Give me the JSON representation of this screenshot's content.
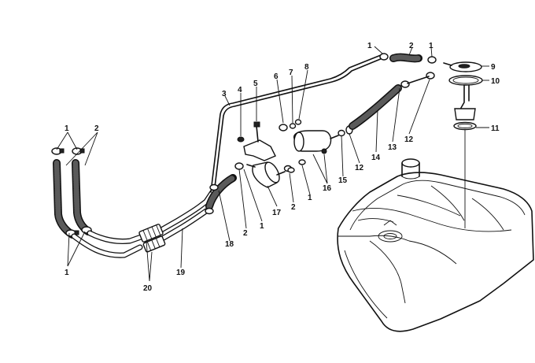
{
  "labels": [
    {
      "id": "l1a",
      "text": "1"
    },
    {
      "id": "l2a",
      "text": "2"
    },
    {
      "id": "l1b",
      "text": "1"
    },
    {
      "id": "l20",
      "text": "20"
    },
    {
      "id": "l19",
      "text": "19"
    },
    {
      "id": "l18",
      "text": "18"
    },
    {
      "id": "l2b",
      "text": "2"
    },
    {
      "id": "l1c",
      "text": "1"
    },
    {
      "id": "l17",
      "text": "17"
    },
    {
      "id": "l2c",
      "text": "2"
    },
    {
      "id": "l1d",
      "text": "1"
    },
    {
      "id": "l16",
      "text": "16"
    },
    {
      "id": "l15",
      "text": "15"
    },
    {
      "id": "l12a",
      "text": "12"
    },
    {
      "id": "l14",
      "text": "14"
    },
    {
      "id": "l13",
      "text": "13"
    },
    {
      "id": "l12b",
      "text": "12"
    },
    {
      "id": "l3",
      "text": "3"
    },
    {
      "id": "l4",
      "text": "4"
    },
    {
      "id": "l5",
      "text": "5"
    },
    {
      "id": "l6",
      "text": "6"
    },
    {
      "id": "l7",
      "text": "7"
    },
    {
      "id": "l8",
      "text": "8"
    },
    {
      "id": "l1e",
      "text": "1"
    },
    {
      "id": "l2d",
      "text": "2"
    },
    {
      "id": "l1f",
      "text": "1"
    },
    {
      "id": "l9",
      "text": "9"
    },
    {
      "id": "l10",
      "text": "10"
    },
    {
      "id": "l11",
      "text": "11"
    }
  ]
}
